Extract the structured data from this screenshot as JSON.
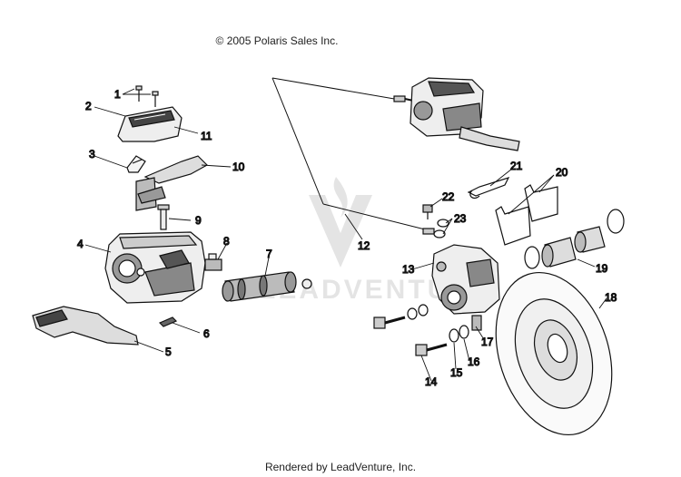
{
  "header": {
    "copyright": "© 2005 Polaris Sales Inc."
  },
  "footer": {
    "rendered_by": "Rendered by LeadVenture, Inc."
  },
  "watermark": {
    "text": "LEADVENTURE"
  },
  "callouts": {
    "c1": "1",
    "c2": "2",
    "c3": "3",
    "c4": "4",
    "c5": "5",
    "c6": "6",
    "c7": "7",
    "c8": "8",
    "c9": "9",
    "c10": "10",
    "c11": "11",
    "c12": "12",
    "c13": "13",
    "c14": "14",
    "c15": "15",
    "c16": "16",
    "c17": "17",
    "c18": "18",
    "c19": "19",
    "c20": "20",
    "c21": "21",
    "c22": "22",
    "c23": "23"
  }
}
